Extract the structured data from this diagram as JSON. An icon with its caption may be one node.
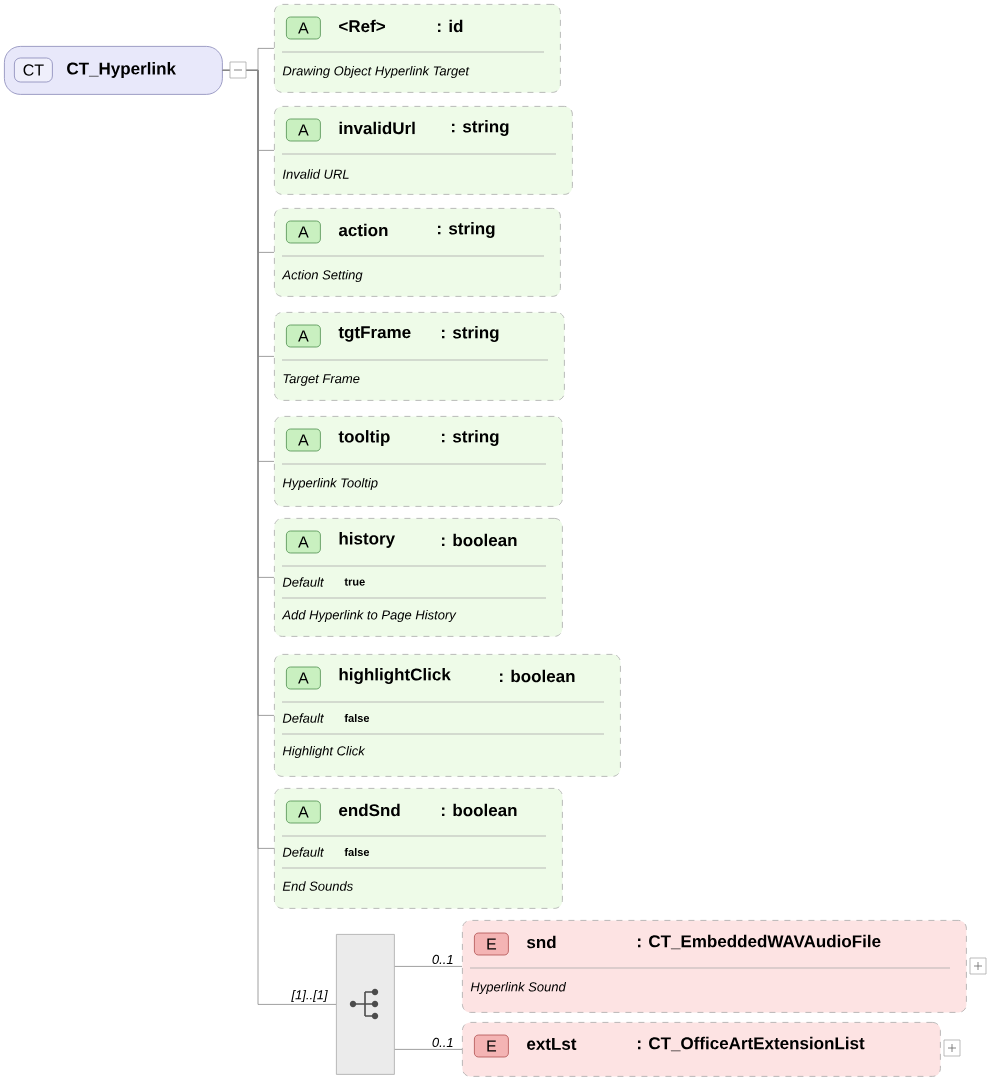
{
  "diagram": {
    "nodes": [
      {
        "text": [
          "CT",
          "CT_Hyperlink"
        ]
      },
      {
        "text": [
          "A",
          "<Ref>",
          ": id",
          "Drawing Object Hyperlink Target"
        ]
      },
      {
        "text": [
          "A",
          "invalidUrl",
          ": string",
          "Invalid URL"
        ]
      },
      {
        "text": [
          "A",
          "action",
          ": string",
          "Action Setting"
        ]
      },
      {
        "text": [
          "A",
          "tgtFrame",
          ": string",
          "Target Frame"
        ]
      },
      {
        "text": [
          "A",
          "tooltip",
          ": string",
          "Hyperlink Tooltip"
        ]
      },
      {
        "text": [
          "A",
          "history",
          ": boolean",
          "Default",
          "true",
          "Add Hyperlink to Page History"
        ]
      },
      {
        "text": [
          "A",
          "highlightClick",
          ": boolean",
          "Default",
          "false",
          "Highlight Click"
        ]
      },
      {
        "text": [
          "A",
          "endSnd",
          ": boolean",
          "Default",
          "false",
          "End Sounds"
        ]
      },
      {
        "text": [],
        "shape": "box"
      },
      {
        "text": [
          "E",
          "snd",
          ": CT_EmbeddedWAVAudioFile",
          "Hyperlink Sound"
        ]
      },
      {
        "text": [
          "E",
          "extLst",
          ": CT_OfficeArtExtensionList"
        ]
      }
    ],
    "edges": [
      {
        "from": 0,
        "to": 1,
        "arrow": "none"
      },
      {
        "from": 0,
        "to": 2,
        "arrow": "none"
      },
      {
        "from": 0,
        "to": 3,
        "arrow": "none"
      },
      {
        "from": 0,
        "to": 4,
        "arrow": "none"
      },
      {
        "from": 0,
        "to": 5,
        "arrow": "none"
      },
      {
        "from": 0,
        "to": 6,
        "arrow": "none"
      },
      {
        "from": 0,
        "to": 7,
        "arrow": "none"
      },
      {
        "from": 0,
        "to": 8,
        "arrow": "none"
      },
      {
        "from": 0,
        "to": 9,
        "arrow": "none",
        "label": "[1]..[1]"
      },
      {
        "from": 9,
        "to": 10,
        "arrow": "none",
        "label": "0..1"
      },
      {
        "from": 9,
        "to": 11,
        "arrow": "none",
        "label": "0..1"
      }
    ]
  }
}
